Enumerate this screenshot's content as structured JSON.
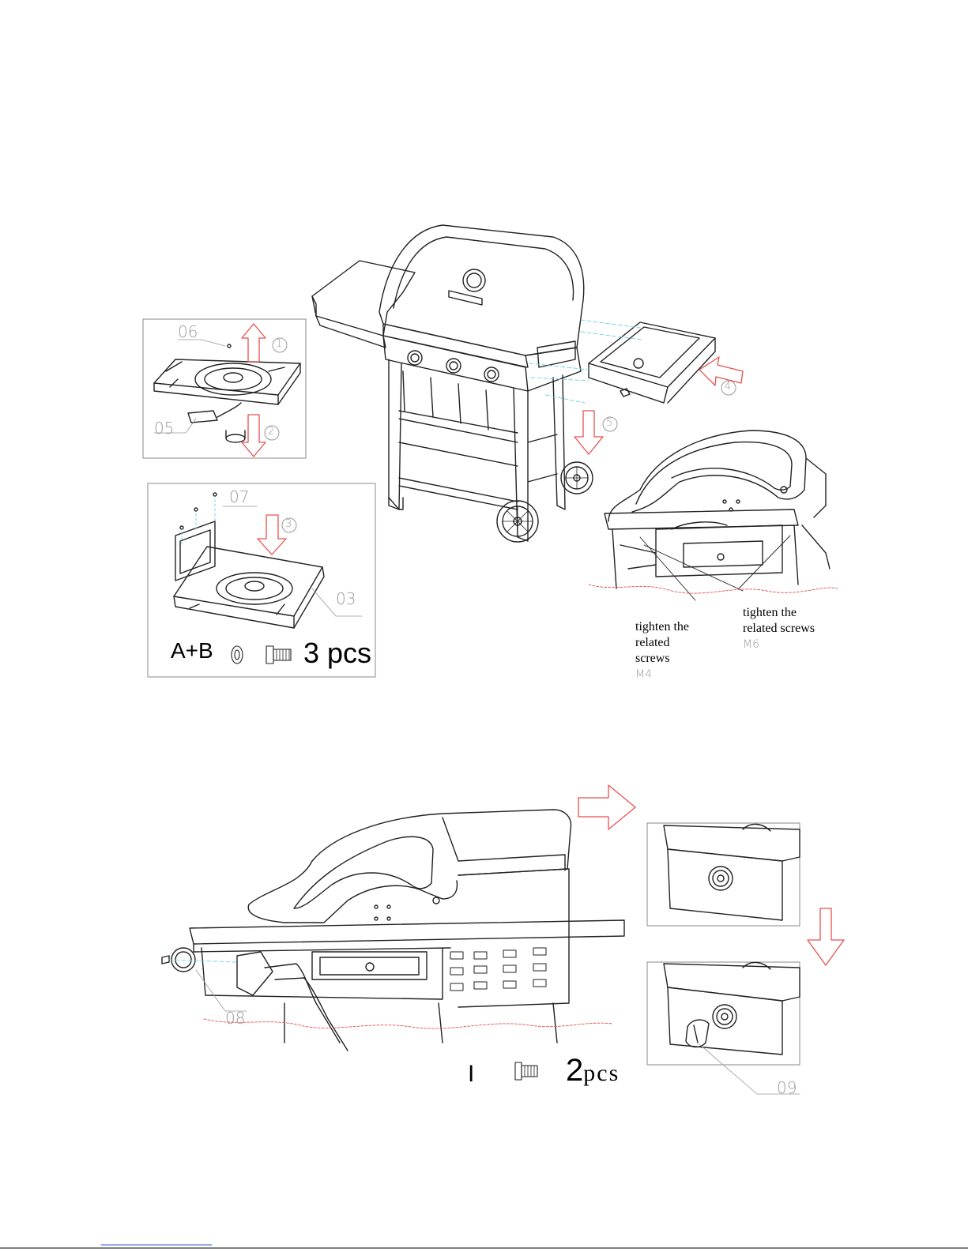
{
  "steps": {
    "step1": "1",
    "step2": "2",
    "step3": "3",
    "step4": "4",
    "step5": "5"
  },
  "parts": {
    "p03": "03",
    "p05": "05",
    "p06": "06",
    "p07": "07",
    "p08": "08",
    "p09": "09"
  },
  "hardware_top": {
    "label": "A+B",
    "qty": "3 pcs"
  },
  "hardware_bottom": {
    "label": "I",
    "qty_num": "2",
    "qty_unit": "pcs"
  },
  "notes": {
    "left_line1": "tighten the",
    "left_line2": "related",
    "left_line3": "screws",
    "left_size": "M4",
    "right_line1": "tighten the",
    "right_line2": "related screws",
    "right_size": "M6"
  },
  "colors": {
    "arrow": "#e8504f",
    "line": "#222222",
    "leader": "#6fd2e0"
  }
}
